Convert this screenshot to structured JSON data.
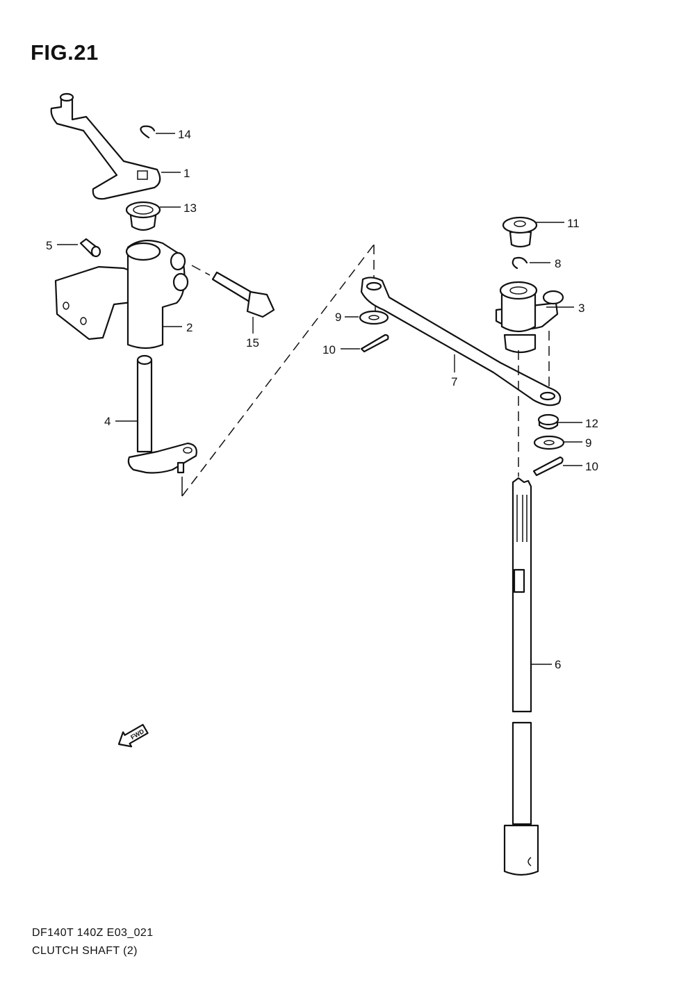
{
  "figure": {
    "title": "FIG.21",
    "model_code": "DF140T 140Z E03_021",
    "caption": "CLUTCH SHAFT (2)"
  },
  "callouts": [
    {
      "id": "1",
      "label": "1"
    },
    {
      "id": "2",
      "label": "2"
    },
    {
      "id": "3",
      "label": "3"
    },
    {
      "id": "4",
      "label": "4"
    },
    {
      "id": "5",
      "label": "5"
    },
    {
      "id": "6",
      "label": "6"
    },
    {
      "id": "7",
      "label": "7"
    },
    {
      "id": "8",
      "label": "8"
    },
    {
      "id": "9a",
      "label": "9"
    },
    {
      "id": "9b",
      "label": "9"
    },
    {
      "id": "10a",
      "label": "10"
    },
    {
      "id": "10b",
      "label": "10"
    },
    {
      "id": "11",
      "label": "11"
    },
    {
      "id": "12",
      "label": "12"
    },
    {
      "id": "13",
      "label": "13"
    },
    {
      "id": "14",
      "label": "14"
    },
    {
      "id": "15",
      "label": "15"
    }
  ],
  "fwd_indicator": {
    "label": "FWD",
    "icon": "fwd-arrow-icon"
  }
}
